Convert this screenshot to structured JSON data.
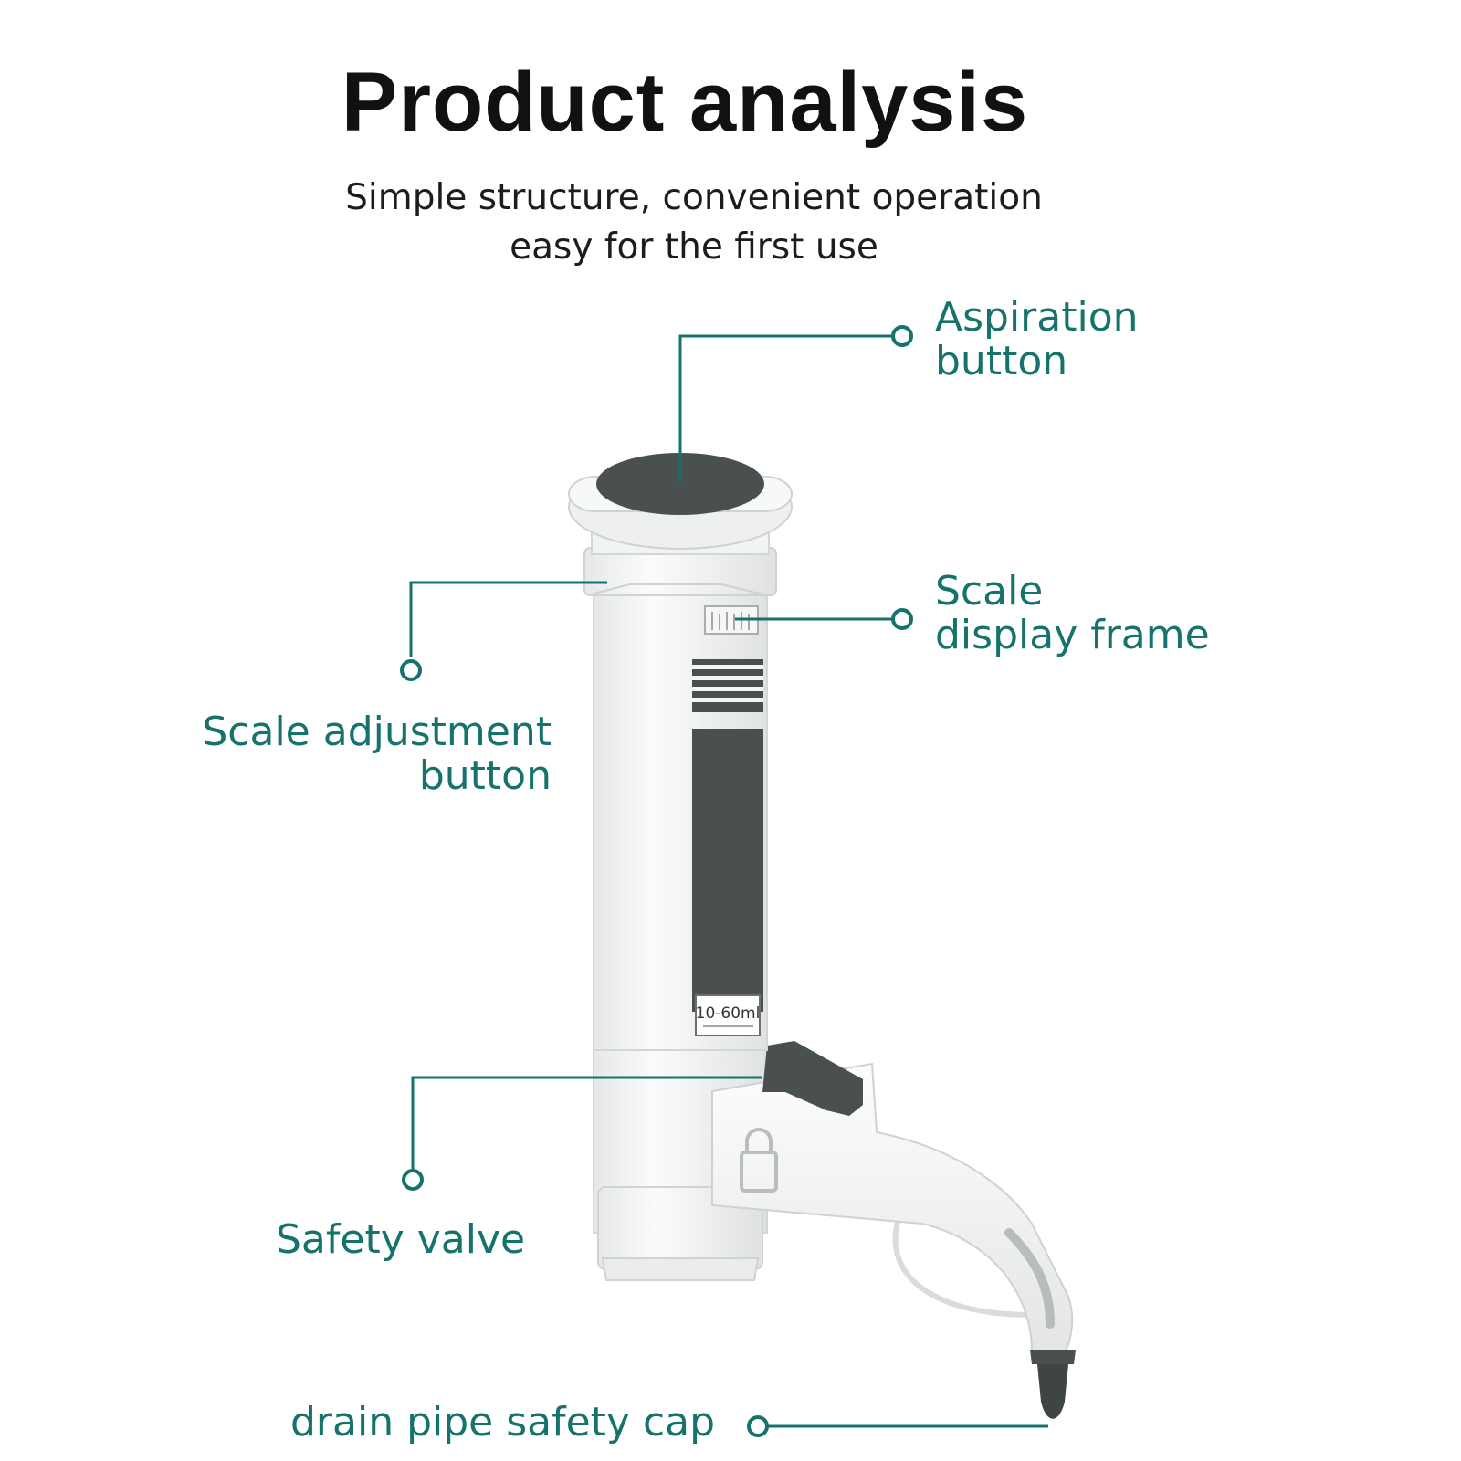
{
  "title": "Product analysis",
  "subtitle_line1": "Simple structure, convenient operation",
  "subtitle_line2": "easy for the first use",
  "device": {
    "capacity_label": "10-60ml"
  },
  "callouts": {
    "aspiration_button": {
      "line1": "Aspiration",
      "line2": "button"
    },
    "scale_display_frame": {
      "line1": "Scale",
      "line2": "display frame"
    },
    "scale_adjustment_button": {
      "line1": "Scale adjustment",
      "line2": "button"
    },
    "safety_valve": {
      "line1": "Safety valve"
    },
    "drain_pipe_safety_cap": {
      "line1": "drain pipe safety cap"
    }
  },
  "colors": {
    "accent": "#16736b",
    "dark_part": "#4a4f50",
    "body_white": "#f4f5f5"
  }
}
